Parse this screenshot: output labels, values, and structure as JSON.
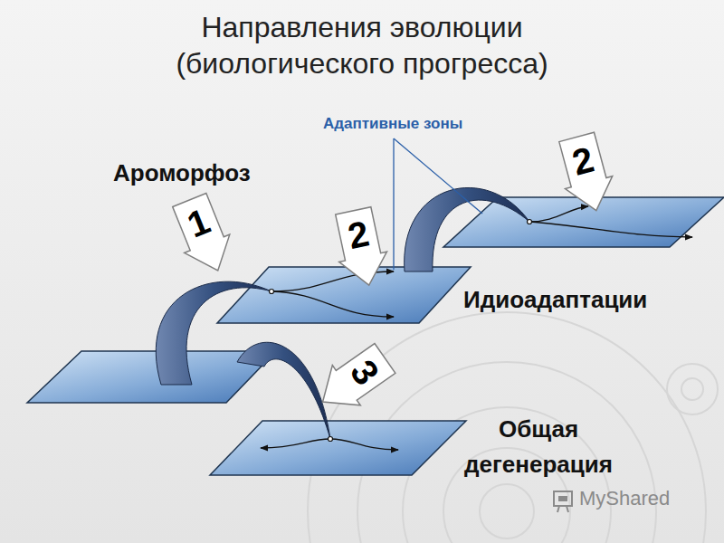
{
  "diagram": {
    "title": "Направления эволюции (биологического прогресса)",
    "nodes": [
      {
        "text": [
          "2"
        ]
      },
      {
        "text": [
          "1"
        ]
      },
      {
        "text": [
          "2"
        ]
      },
      {
        "text": [
          "3"
        ]
      }
    ],
    "labels": [
      "Адаптивные зоны",
      "Ароморфоз",
      "Идиоадаптации",
      "Общая дегенерация",
      "MyShared"
    ]
  }
}
